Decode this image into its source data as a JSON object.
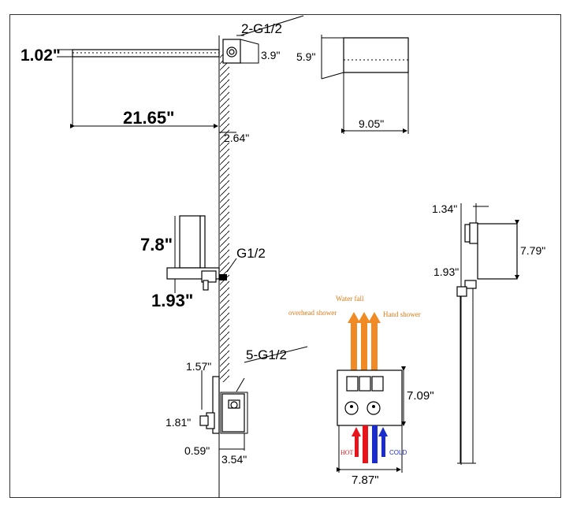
{
  "labels": {
    "head_conn": "2-G1/2",
    "head_thickness": "1.02\"",
    "head_arm_depth": "3.9\"",
    "head_width": "5.9\"",
    "head_length": "21.65\"",
    "wall_offset_top": "2.64\"",
    "head_side_width": "9.05\"",
    "spout_height": "7.8\"",
    "spout_conn": "G1/2",
    "spout_depth": "1.93\"",
    "valve_conn": "5-G1/2",
    "valve_top": "1.57\"",
    "valve_knob": "1.81\"",
    "valve_plate": "0.59\"",
    "valve_depth": "3.54\"",
    "hand_top": "1.34\"",
    "hand_height": "7.79\"",
    "hand_outlet": "1.93\"",
    "valve_height": "7.09\"",
    "valve_width": "7.87\"",
    "flow_waterfall": "Water fall",
    "flow_overhead": "overhead shower",
    "flow_hand": "Hand shower",
    "flow_hot": "HOT",
    "flow_cold": "COLD"
  },
  "colors": {
    "outlet_arrows": "#f08a24",
    "outlet_text": "#e07a18",
    "hot": "#e8141c",
    "cold": "#1a2ccc",
    "line": "#000000"
  }
}
